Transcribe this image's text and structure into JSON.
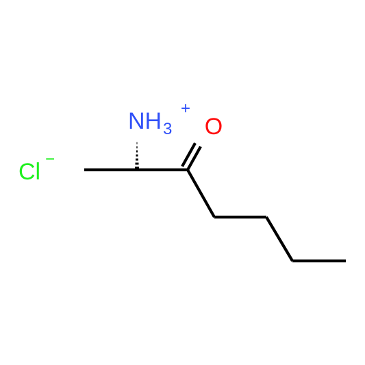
{
  "molecule": {
    "atoms": {
      "nitrogen": {
        "symbol": "NH",
        "count": "3",
        "charge": "+",
        "color": "#3050f8"
      },
      "oxygen": {
        "symbol": "O",
        "color": "#ff0d0d"
      },
      "chloride": {
        "symbol": "Cl",
        "charge": "−",
        "color": "#1ff01f"
      }
    },
    "bond_color": "#000000"
  }
}
